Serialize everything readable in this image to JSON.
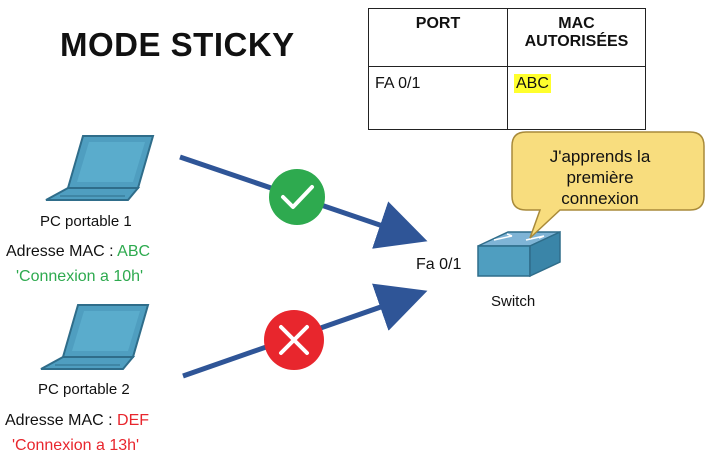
{
  "title": "MODE STICKY",
  "table": {
    "headers": [
      "PORT",
      "MAC\nAUTORISÉES"
    ],
    "header_port": "PORT",
    "header_mac_line1": "MAC",
    "header_mac_line2": "AUTORISÉES",
    "row_port": "FA 0/1",
    "row_mac": "ABC"
  },
  "bubble": {
    "line1": "J'apprends la",
    "line2": "première",
    "line3": "connexion"
  },
  "switch": {
    "port_label": "Fa 0/1",
    "name": "Switch"
  },
  "pc1": {
    "name": "PC portable 1",
    "mac_prefix": "Adresse MAC : ",
    "mac": "ABC",
    "time": "'Connexion a 10h'"
  },
  "pc2": {
    "name": "PC portable 2",
    "mac_prefix": "Adresse MAC : ",
    "mac": "DEF",
    "time": "'Connexion a 13h'"
  },
  "colors": {
    "allowed": "#2eaa4f",
    "denied": "#e8262d",
    "arrow": "#2f5597",
    "bubble": "#f8dd7e",
    "laptop": "#4f9ec0"
  }
}
